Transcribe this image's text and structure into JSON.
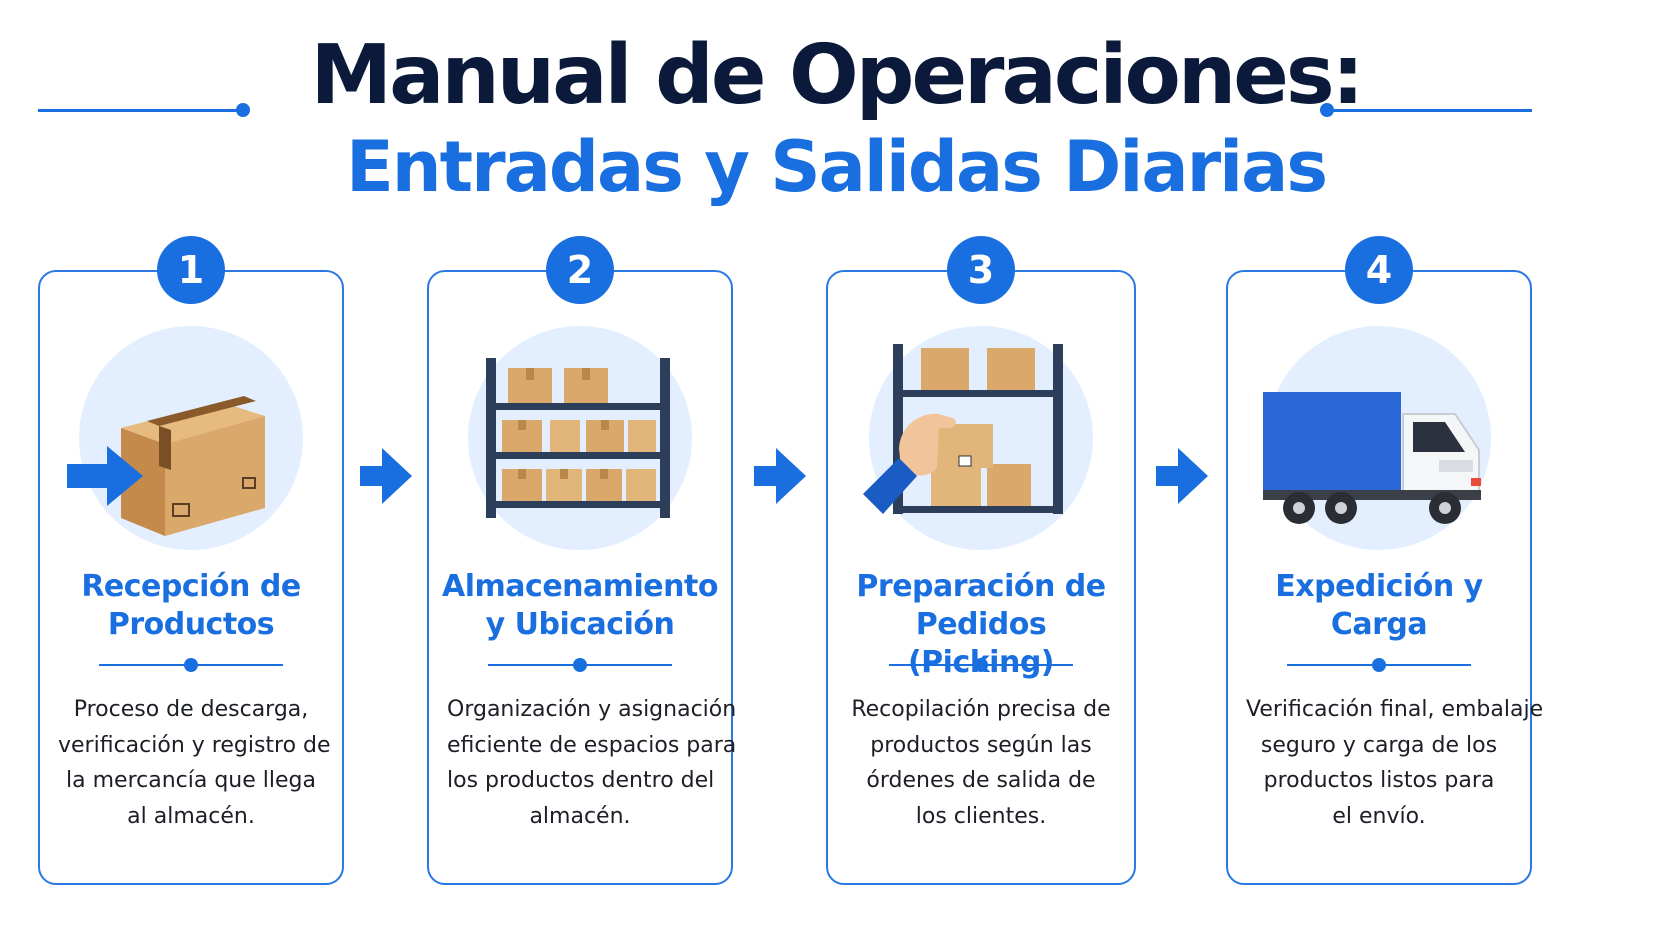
{
  "title": {
    "line1": "Manual de Operaciones:",
    "line2": "Entradas y Salidas Diarias"
  },
  "colors": {
    "primary": "#1a6fe0",
    "title_dark": "#0b1a3a",
    "icon_bg": "#e3efff",
    "box": "#d9a86a"
  },
  "steps": [
    {
      "number": "1",
      "icon": "box-incoming-icon",
      "title": [
        "Recepción de",
        "Productos"
      ],
      "description": [
        "Proceso de descarga,",
        "verificación y registro de",
        "la mercancía que llega",
        "al almacén."
      ]
    },
    {
      "number": "2",
      "icon": "warehouse-shelf-icon",
      "title": [
        "Almacenamiento",
        "y Ubicación"
      ],
      "description": [
        "Organización y asignación",
        "eficiente de espacios para",
        "los productos dentro del",
        "almacén."
      ]
    },
    {
      "number": "3",
      "icon": "hand-picking-icon",
      "title": [
        "Preparación de",
        "Pedidos (Picking)"
      ],
      "description": [
        "Recopilación precisa de",
        "productos según las",
        "órdenes de salida de",
        "los clientes."
      ]
    },
    {
      "number": "4",
      "icon": "delivery-truck-icon",
      "title": [
        "Expedición y",
        "Carga"
      ],
      "description": [
        "Verificación final, embalaje",
        "seguro y carga de los",
        "productos listos para",
        "el envío."
      ]
    }
  ]
}
